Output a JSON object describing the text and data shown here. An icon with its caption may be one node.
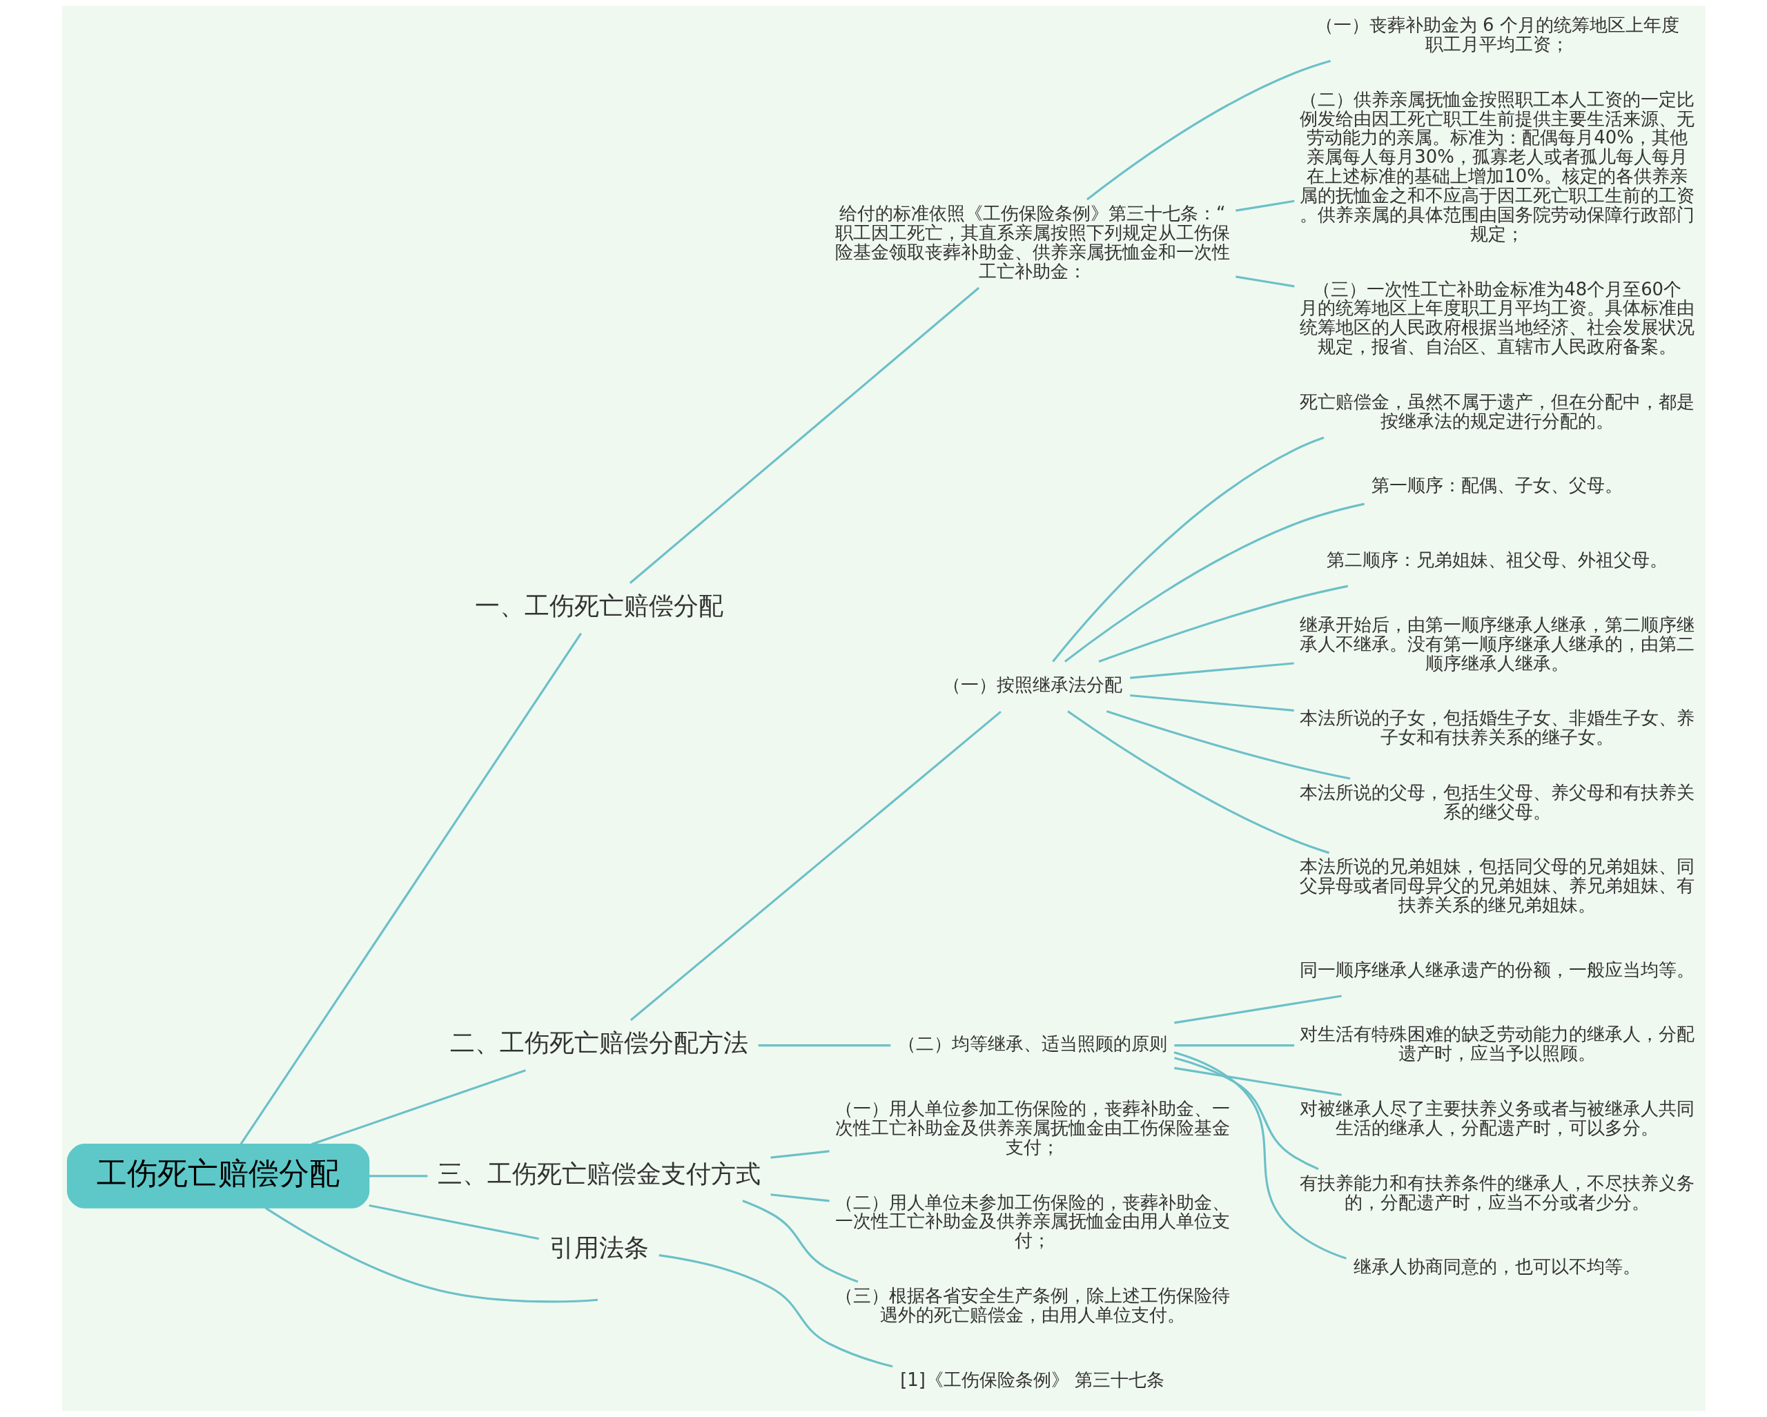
{
  "diagram": {
    "nodes": [
      {
        "text": [
          "工伤死亡赔偿分配"
        ]
      },
      {
        "text": [
          "一、工伤死亡赔偿分配"
        ]
      },
      {
        "text": [
          "给付的标准依照《工伤保险条例》第三十七条：“职工因工死亡，其直系亲属按照下列规定从工伤保险基金领取丧葬补助金、供养亲属抚恤金和一次性工亡补助金："
        ]
      },
      {
        "text": [
          "（一）丧葬补助金为 6 个月的统筹地区上年度职工月平均工资；"
        ]
      },
      {
        "text": [
          "（二）供养亲属抚恤金按照职工本人工资的一定比例发给由因工死亡职工生前提供主要生活来源、无劳动能力的亲属。标准为：配偶每月40%，其他亲属每人每月30%，孤寡老人或者孤儿每人每月在上述标准的基础上增加10%。核定的各供养亲属的抚恤金之和不应高于因工死亡职工生前的工资。供养亲属的具体范围由国务院劳动保障行政部门规定；"
        ]
      },
      {
        "text": [
          "（三）一次性工亡补助金标准为48个月至60个月的统筹地区上年度职工月平均工资。具体标准由统筹地区的人民政府根据当地经济、社会发展状况规定，报省、自治区、直辖市人民政府备案。"
        ]
      },
      {
        "text": [
          "二、工伤死亡赔偿分配方法"
        ]
      },
      {
        "text": [
          "（一）按照继承法分配"
        ]
      },
      {
        "text": [
          "死亡赔偿金，虽然不属于遗产，但在分配中，都是按继承法的规定进行分配的。"
        ]
      },
      {
        "text": [
          "第一顺序：配偶、子女、父母。"
        ]
      },
      {
        "text": [
          "第二顺序：兄弟姐妹、祖父母、外祖父母。"
        ]
      },
      {
        "text": [
          "继承开始后，由第一顺序继承人继承，第二顺序继承人不继承。没有第一顺序继承人继承的，由第二顺序继承人继承。"
        ]
      },
      {
        "text": [
          "本法所说的子女，包括婚生子女、非婚生子女、养子女和有扶养关系的继子女。"
        ]
      },
      {
        "text": [
          "本法所说的父母，包括生父母、养父母和有扶养关系的继父母。"
        ]
      },
      {
        "text": [
          "本法所说的兄弟姐妹，包括同父母的兄弟姐妹、同父异母或者同母异父的兄弟姐妹、养兄弟姐妹、有扶养关系的继兄弟姐妹。"
        ]
      },
      {
        "text": [
          "（二）均等继承、适当照顾的原则"
        ]
      },
      {
        "text": [
          "同一顺序继承人继承遗产的份额，一般应当均等。"
        ]
      },
      {
        "text": [
          "对生活有特殊困难的缺乏劳动能力的继承人，分配遗产时，应当予以照顾。"
        ]
      },
      {
        "text": [
          "对被继承人尽了主要扶养义务或者与被继承人共同生活的继承人，分配遗产时，可以多分。"
        ]
      },
      {
        "text": [
          "有扶养能力和有扶养条件的继承人，不尽扶养义务的，分配遗产时，应当不分或者少分。"
        ]
      },
      {
        "text": [
          "继承人协商同意的，也可以不均等。"
        ]
      },
      {
        "text": [
          "三、工伤死亡赔偿金支付方式"
        ]
      },
      {
        "text": [
          "（一）用人单位参加工伤保险的，丧葬补助金、一次性工亡补助金及供养亲属抚恤金由工伤保险基金支付；"
        ]
      },
      {
        "text": [
          "（二）用人单位未参加工伤保险的，丧葬补助金、一次性工亡补助金及供养亲属抚恤金由用人单位支付；"
        ]
      },
      {
        "text": [
          "（三）根据各省安全生产条例，除上述工伤保险待遇外的死亡赔偿金，由用人单位支付。"
        ]
      },
      {
        "text": [
          "引用法条"
        ]
      },
      {
        "text": [
          "[1]《工伤保险条例》 第三十七条"
        ]
      }
    ],
    "edges": [
      {
        "from": 0,
        "to": null,
        "arrow": "none"
      },
      {
        "from": 0,
        "to": 1,
        "arrow": "none"
      },
      {
        "from": 1,
        "to": 2,
        "arrow": "none"
      },
      {
        "from": 2,
        "to": 3,
        "arrow": "none"
      },
      {
        "from": 2,
        "to": 4,
        "arrow": "none"
      },
      {
        "from": 2,
        "to": 5,
        "arrow": "none"
      },
      {
        "from": 0,
        "to": 6,
        "arrow": "none"
      },
      {
        "from": 6,
        "to": 7,
        "arrow": "none"
      },
      {
        "from": 7,
        "to": 8,
        "arrow": "none"
      },
      {
        "from": 7,
        "to": 9,
        "arrow": "none"
      },
      {
        "from": 7,
        "to": 10,
        "arrow": "none"
      },
      {
        "from": 7,
        "to": 11,
        "arrow": "none"
      },
      {
        "from": 7,
        "to": 12,
        "arrow": "none"
      },
      {
        "from": 7,
        "to": 13,
        "arrow": "none"
      },
      {
        "from": 7,
        "to": 14,
        "arrow": "none"
      },
      {
        "from": 6,
        "to": 15,
        "arrow": "none"
      },
      {
        "from": 15,
        "to": 16,
        "arrow": "none"
      },
      {
        "from": 15,
        "to": 17,
        "arrow": "none"
      },
      {
        "from": 15,
        "to": 18,
        "arrow": "none"
      },
      {
        "from": 15,
        "to": 19,
        "arrow": "none"
      },
      {
        "from": 15,
        "to": 20,
        "arrow": "none"
      },
      {
        "from": 0,
        "to": 21,
        "arrow": "none"
      },
      {
        "from": 21,
        "to": 22,
        "arrow": "none"
      },
      {
        "from": 21,
        "to": 23,
        "arrow": "none"
      },
      {
        "from": 21,
        "to": 24,
        "arrow": "none"
      },
      {
        "from": 0,
        "to": 25,
        "arrow": "none"
      },
      {
        "from": 25,
        "to": 26,
        "arrow": "none"
      }
    ]
  }
}
